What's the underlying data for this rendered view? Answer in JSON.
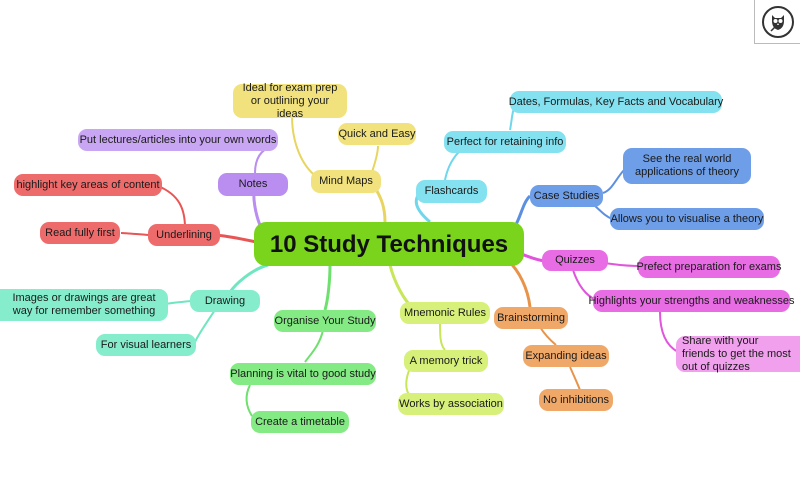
{
  "central": {
    "label": "10 Study Techniques",
    "color": "#7ad41c"
  },
  "topics": {
    "notes": {
      "label": "Notes",
      "color": "#b98ef0"
    },
    "mind_maps": {
      "label": "Mind Maps",
      "color": "#f1e27e"
    },
    "flashcards": {
      "label": "Flashcards",
      "color": "#84e1f0"
    },
    "case_studies": {
      "label": "Case Studies",
      "color": "#6e9ee8"
    },
    "underlining": {
      "label": "Underlining",
      "color": "#ee6b6b"
    },
    "quizzes": {
      "label": "Quizzes",
      "color": "#e86ce4"
    },
    "drawing": {
      "label": "Drawing",
      "color": "#86edcc"
    },
    "organise": {
      "label": "Organise Your Study",
      "color": "#84ea84"
    },
    "mnemonic": {
      "label": "Mnemonic Rules",
      "color": "#d6f07a"
    },
    "brainstorming": {
      "label": "Brainstorming",
      "color": "#f0a868"
    }
  },
  "subtopics": {
    "notes_1": "Put lectures/articles into your own words",
    "mind_maps_1": "Quick and Easy",
    "mind_maps_2": "Ideal for exam prep or outlining your ideas",
    "flashcards_1": "Perfect for retaining info",
    "flashcards_2": "Dates, Formulas, Key Facts and Vocabulary",
    "case_studies_1": "See the real world applications of theory",
    "case_studies_2": "Allows you to visualise a theory",
    "underlining_1": "highlight key areas of content",
    "underlining_2": "Read fully first",
    "quizzes_1": "Prefect preparation for exams",
    "quizzes_2": "Highlights your strengths and weaknesses",
    "quizzes_3": "Share with your friends to get the most out of quizzes",
    "drawing_1": "Images or drawings are great way for remember something",
    "drawing_2": "For visual learners",
    "organise_1": "Planning is vital to good study",
    "organise_2": "Create a timetable",
    "mnemonic_1": "A memory trick",
    "mnemonic_2": "Works by association",
    "brainstorming_1": "Expanding ideas",
    "brainstorming_2": "No inhibitions"
  },
  "logo": {
    "icon": "owl-icon"
  }
}
